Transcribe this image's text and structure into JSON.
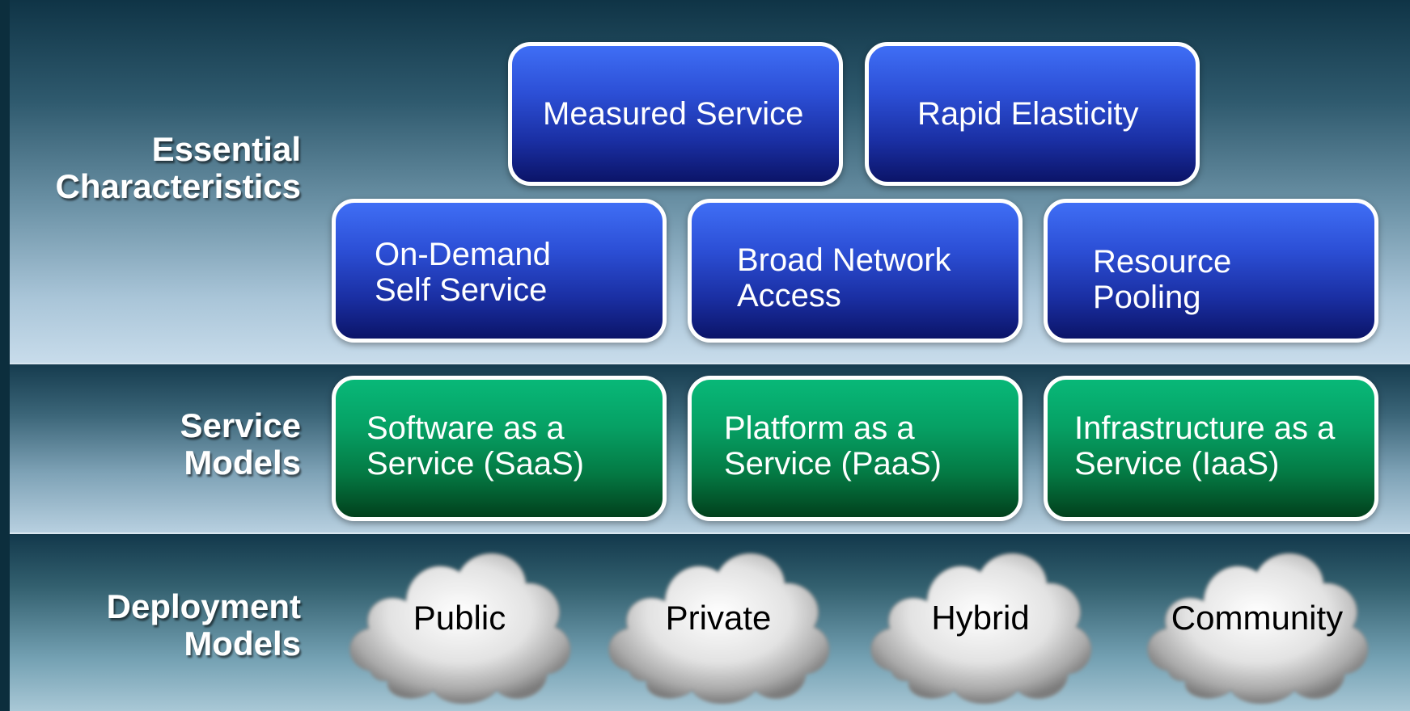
{
  "essential_characteristics": {
    "label_line1": "Essential",
    "label_line2": "Characteristics",
    "boxes": [
      {
        "line1": "Measured Service",
        "line2": ""
      },
      {
        "line1": "Rapid Elasticity",
        "line2": ""
      },
      {
        "line1": "On-Demand",
        "line2": "Self Service"
      },
      {
        "line1": "Broad Network",
        "line2": "Access"
      },
      {
        "line1": "Resource",
        "line2": "Pooling"
      }
    ]
  },
  "service_models": {
    "label_line1": "Service",
    "label_line2": "Models",
    "boxes": [
      {
        "line1": "Software as a",
        "line2": "Service (SaaS)"
      },
      {
        "line1": "Platform as a",
        "line2": "Service (PaaS)"
      },
      {
        "line1": "Infrastructure as a",
        "line2": "Service (IaaS)"
      }
    ]
  },
  "deployment_models": {
    "label_line1": "Deployment",
    "label_line2": "Models",
    "clouds": [
      "Public",
      "Private",
      "Hybrid",
      "Community"
    ]
  },
  "colors": {
    "characteristic_box": "#2c4fd6",
    "service_box": "#06a064",
    "box_border": "#ffffff",
    "background": "#0c2e3d"
  }
}
